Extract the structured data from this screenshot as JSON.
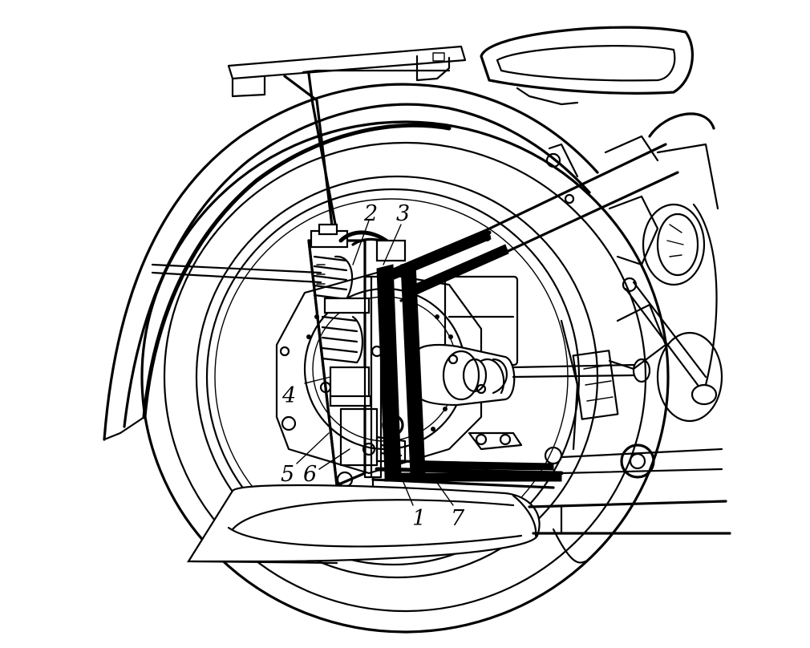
{
  "callouts": [
    {
      "id": "c1",
      "label": "1"
    },
    {
      "id": "c2",
      "label": "2"
    },
    {
      "id": "c3",
      "label": "3"
    },
    {
      "id": "c4",
      "label": "4"
    },
    {
      "id": "c5",
      "label": "5"
    },
    {
      "id": "c6",
      "label": "6"
    },
    {
      "id": "c7",
      "label": "7"
    }
  ],
  "colors": {
    "ink": "#000000",
    "paper": "#ffffff"
  }
}
